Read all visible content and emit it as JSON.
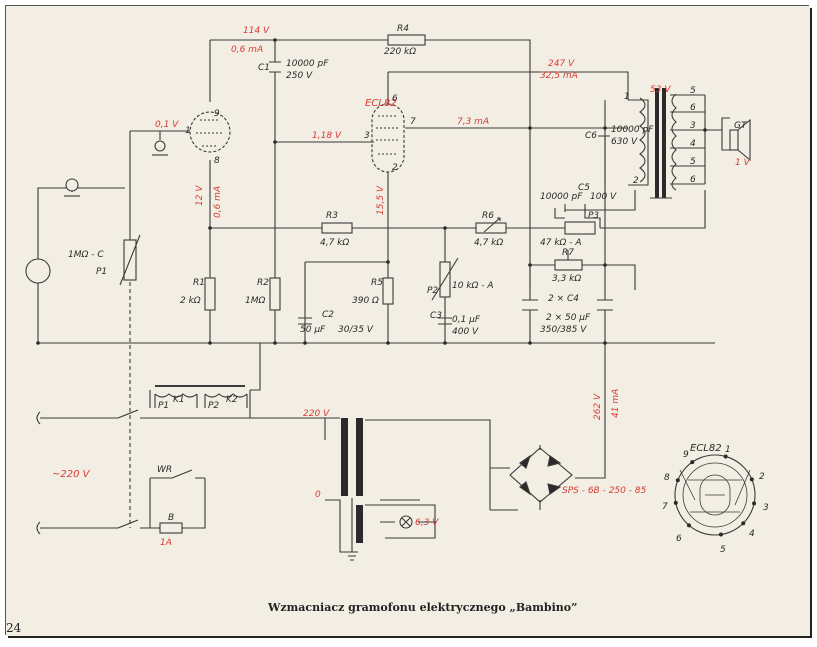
{
  "caption": "Wzmacniacz gramofonu elektrycznego „Bambino”",
  "page_number": "24",
  "tube_name": "ECL82",
  "tube_pinout_title": "ECL82",
  "pinout_pins": [
    "1",
    "2",
    "3",
    "4",
    "5",
    "6",
    "7",
    "8",
    "9"
  ],
  "tube_pins": {
    "p9": "9",
    "p1": "1",
    "p8": "8",
    "p6": "6",
    "p3": "3",
    "p7": "7",
    "p2": "2"
  },
  "red_labels": {
    "v114": "114 V",
    "ma06": "0,6 mA",
    "v247": "247 V",
    "ma325": "32,5 mA",
    "v01": "0,1 V",
    "v118": "1,18 V",
    "ma73": "7,3 mA",
    "v53": "53 V",
    "v12": "12 V",
    "ma06b": "0,6 mA",
    "v155": "15,5 V",
    "v1": "1 V",
    "v262": "262 V",
    "ma41": "41 mA",
    "v220": "~220 V",
    "v220x": "220 V",
    "v0": "0",
    "v63": "6,3 V",
    "rect": "SPS - 6B - 250 - 85",
    "a1": "1A"
  },
  "components": {
    "r4": "R4",
    "r4v": "220 kΩ",
    "c1": "C1",
    "c1v1": "10000 pF",
    "c1v2": "250 V",
    "c6": "C6",
    "c6v1": "10000 pF",
    "c6v2": "630 V",
    "gt": "GT",
    "c5": "C5",
    "c5v1": "10000 pF",
    "c5v2": "100 V",
    "p3": "P3",
    "p3v": "47 kΩ - A",
    "r3": "R3",
    "r3v": "4,7 kΩ",
    "r6": "R6",
    "r6v": "4,7 kΩ",
    "p1": "P1",
    "p1v": "1MΩ - C",
    "r1": "R1",
    "r1v": "2 kΩ",
    "r2": "R2",
    "r2v": "1MΩ",
    "r5": "R5",
    "r5v": "390 Ω",
    "p2": "P2",
    "p2v": "10 kΩ - A",
    "c3": "C3",
    "c3v1": "0,1 μF",
    "c3v2": "400 V",
    "c2": "C2",
    "c2v1": "50 μF",
    "c2v2": "30/35 V",
    "r7": "R7",
    "r7v": "3,3 kΩ",
    "c4": "2 × C4",
    "c4v1": "2 × 50 μF",
    "c4v2": "350/385 V",
    "k1": "K1",
    "k2": "K2",
    "sp1": "P1",
    "sp2": "P2",
    "wr": "WR",
    "b": "B",
    "t1": "1",
    "t2": "2",
    "o5": "5",
    "o6": "6",
    "o3": "3",
    "o4": "4",
    "o5b": "5",
    "o6b": "6"
  }
}
